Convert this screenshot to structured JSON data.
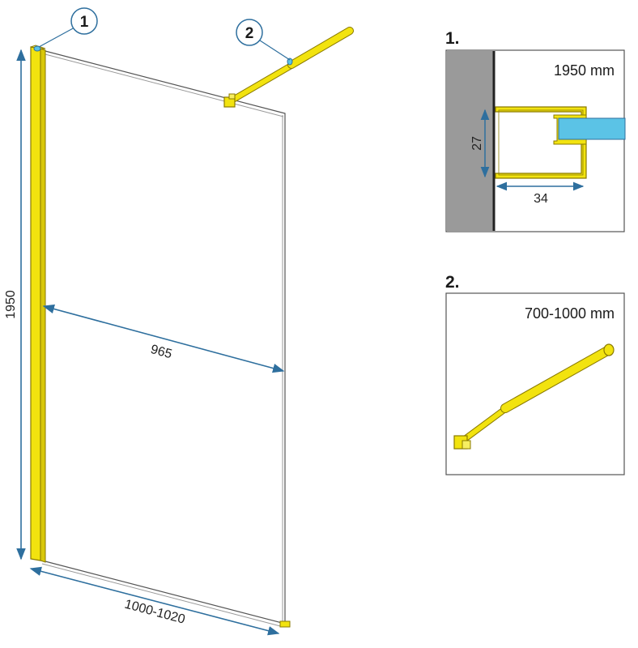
{
  "colors": {
    "gold": "#f2e30f",
    "gold_edge": "#8a7a00",
    "dimension_line": "#2e6f9e",
    "wall": "#9a9a9a",
    "glass": "#5bc3e6",
    "frame": "#444444"
  },
  "main": {
    "callout_1": "1",
    "callout_2": "2",
    "height_label": "1950",
    "glass_width_label": "965",
    "wall_width_label": "1000-1020"
  },
  "detail_1": {
    "heading": "1.",
    "size_label": "1950 mm",
    "profile_height": "27",
    "profile_depth": "34"
  },
  "detail_2": {
    "heading": "2.",
    "size_label": "700-1000 mm"
  }
}
